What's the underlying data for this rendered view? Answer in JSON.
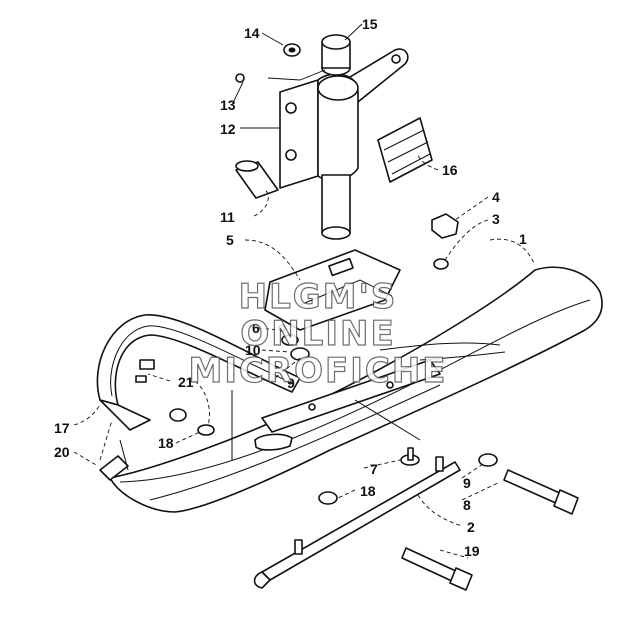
{
  "diagram": {
    "callouts": [
      "1",
      "2",
      "3",
      "4",
      "5",
      "6",
      "7",
      "8",
      "9",
      "9",
      "10",
      "11",
      "12",
      "13",
      "14",
      "15",
      "16",
      "17",
      "18",
      "18",
      "19",
      "20",
      "21"
    ],
    "watermark": [
      "HLGM'S",
      "ONLINE",
      "MICROFICHE"
    ],
    "colors": {
      "line": "#111111",
      "background": "#ffffff",
      "watermark_stroke": "#555555"
    }
  }
}
